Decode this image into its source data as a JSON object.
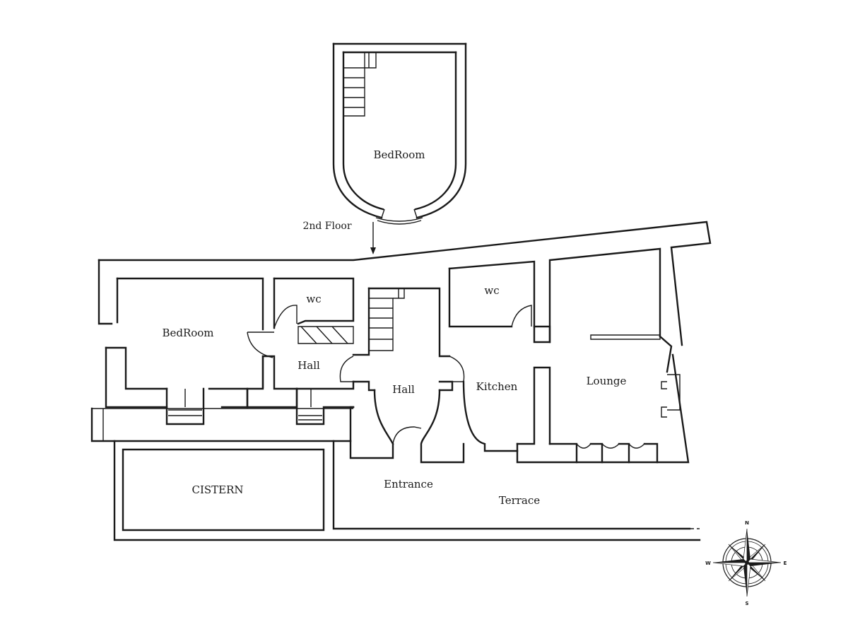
{
  "rooms": {
    "bedroom_upper": "BedRoom",
    "bedroom_left": "BedRoom",
    "wc_left": "wc",
    "wc_right": "wc",
    "hall_left": "Hall",
    "hall_center": "Hall",
    "kitchen": "Kitchen",
    "lounge": "Lounge",
    "cistern": "CISTERN",
    "entrance": "Entrance",
    "terrace": "Terrace"
  },
  "annotations": {
    "floor_label": "2nd Floor"
  },
  "compass": {
    "north": "N",
    "south": "S",
    "east": "E",
    "west": "W"
  }
}
